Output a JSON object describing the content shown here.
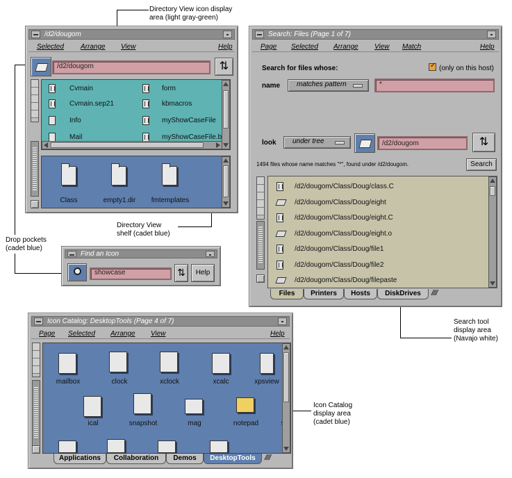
{
  "annotations": {
    "dir_view_area": [
      "Directory View icon display",
      "area (light gray-green)"
    ],
    "drop_pockets": [
      "Drop pockets",
      "(cadet blue)"
    ],
    "dir_view_shelf": [
      "Directory View",
      "shelf (cadet blue)"
    ],
    "search_area": [
      "Search tool",
      "display area",
      "(Navajo white)"
    ],
    "catalog_area": [
      "Icon Catalog",
      "display area",
      "(cadet blue)"
    ]
  },
  "dirview": {
    "title": "/d2/dougom",
    "menus": [
      "Selected",
      "Arrange",
      "View",
      "Help"
    ],
    "path": "/d2/dougom",
    "files": [
      {
        "name": "Cvmain",
        "icon": "exe"
      },
      {
        "name": "Cvmain.sep21",
        "icon": "exe"
      },
      {
        "name": "Info",
        "icon": "folder"
      },
      {
        "name": "Mail",
        "icon": "folder"
      },
      {
        "name": "form",
        "icon": "exe"
      },
      {
        "name": "kbmacros",
        "icon": "exe"
      },
      {
        "name": "myShowCaseFile",
        "icon": "exe"
      },
      {
        "name": "myShowCaseFile.bak",
        "icon": "exe"
      }
    ],
    "shelf": [
      "Class",
      "empty1.dir",
      "fmtemplates"
    ]
  },
  "search": {
    "title": "Search: Files (Page 1 of 7)",
    "menus": [
      "Page",
      "Selected",
      "Arrange",
      "View",
      "Match",
      "Help"
    ],
    "heading": "Search for files whose:",
    "host_only_label": "(only on this host)",
    "name_label": "name",
    "match_option": "matches pattern",
    "pattern": "*",
    "look_label": "look",
    "look_option": "under tree",
    "look_path": "/d2/dougom",
    "status": "1494 files whose name matches \"*\", found under /d2/dougom.",
    "search_button": "Search",
    "results": [
      "/d2/dougom/Class/Doug/class.C",
      "/d2/dougom/Class/Doug/eight",
      "/d2/dougom/Class/Doug/eight.C",
      "/d2/dougom/Class/Doug/eight.o",
      "/d2/dougom/Class/Doug/file1",
      "/d2/dougom/Class/Doug/file2",
      "/d2/dougom/Class/Doug/filepaste"
    ],
    "tabs": [
      "Files",
      "Printers",
      "Hosts",
      "DiskDrives"
    ]
  },
  "findicon": {
    "title": "Find an Icon",
    "value": "showcase",
    "help_button": "Help"
  },
  "catalog": {
    "title": "Icon Catalog: DesktopTools (Page 4 of 7)",
    "menus": [
      "Page",
      "Selected",
      "Arrange",
      "View",
      "Help"
    ],
    "icons_row1": [
      "mailbox",
      "clock",
      "xclock",
      "xcalc",
      "xpsview"
    ],
    "icons_row2": [
      "ical",
      "snapshot",
      "mag",
      "notepad",
      "s"
    ],
    "tabs": [
      "Applications",
      "Collaboration",
      "Demos",
      "DesktopTools"
    ]
  }
}
